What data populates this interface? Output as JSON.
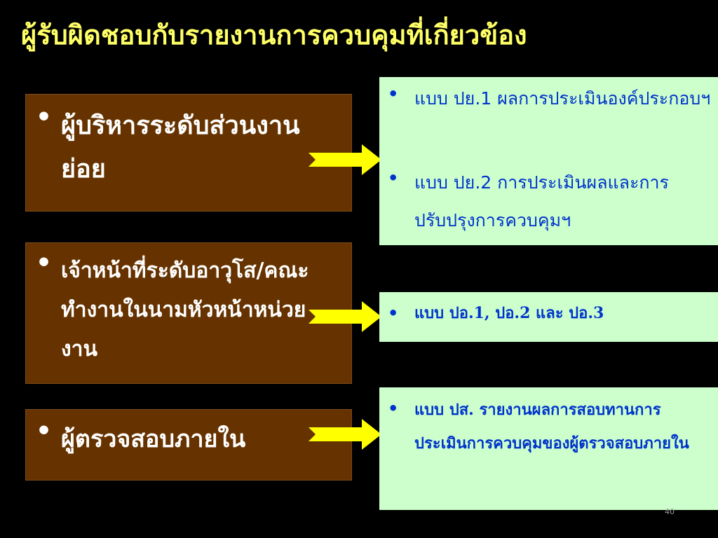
{
  "title": "ผู้รับผิดชอบกับรายงานการควบคุมที่เกี่ยวข้อง",
  "bullet_glyph": "•",
  "colors": {
    "background": "#000000",
    "title": "#ffff66",
    "left_box": "#663300",
    "right_box": "#ccffcc",
    "right_text": "#0033cc",
    "arrow": "#ffff00"
  },
  "rows": [
    {
      "responsible": "ผู้บริหารระดับส่วนงานย่อย",
      "reports": [
        "แบบ ปย.1 ผลการประเมินองค์ประกอบฯ",
        "แบบ ปย.2 การประเมินผลและการปรับปรุงการควบคุมฯ"
      ]
    },
    {
      "responsible": "เจ้าหน้าที่ระดับอาวุโส/คณะทำงานในนามหัวหน้าหน่วยงาน",
      "reports": [
        "แบบ ปอ.1, ปอ.2 และ ปอ.3"
      ]
    },
    {
      "responsible": "ผู้ตรวจสอบภายใน",
      "reports": [
        "แบบ ปส. รายงานผลการสอบทานการประเมินการควบคุมของผู้ตรวจสอบภายใน"
      ]
    }
  ],
  "page_number": "40"
}
